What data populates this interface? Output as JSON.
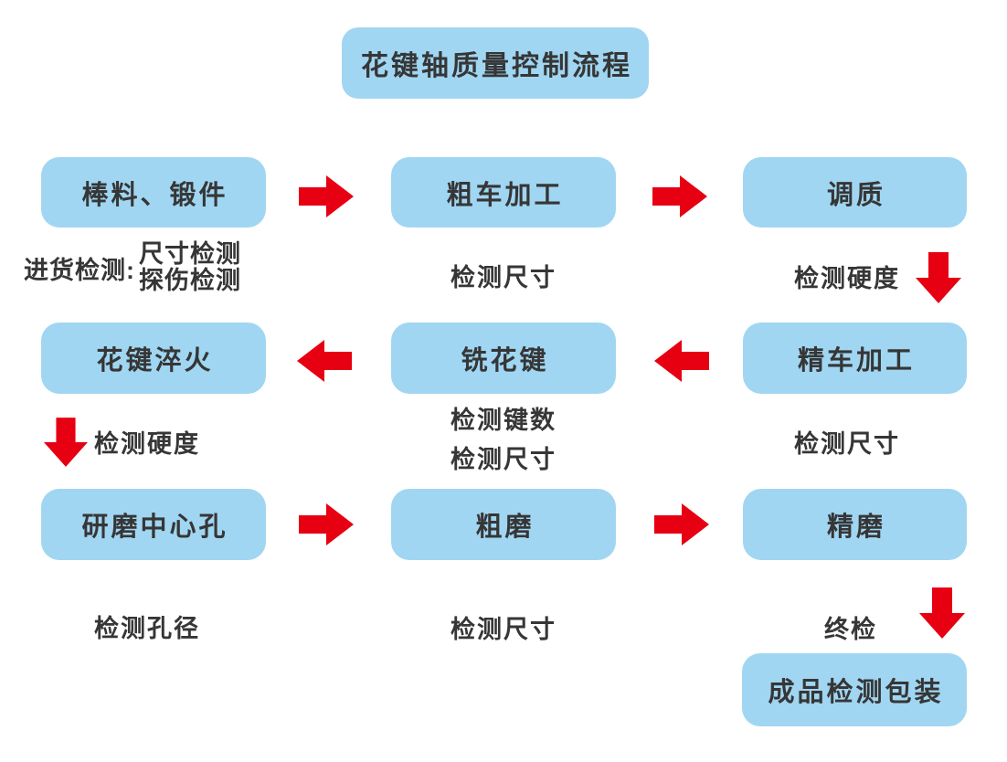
{
  "title": "花键轴质量控制流程",
  "colors": {
    "box_fill": "#a0d6f2",
    "arrow_red": "#e60012",
    "text": "#363636",
    "background": "#ffffff"
  },
  "nodes": {
    "raw_material": "棒料、锻件",
    "rough_turning": "粗车加工",
    "quench_temper": "调质",
    "spline_quench": "花键淬火",
    "spline_milling": "铣花键",
    "finish_turning": "精车加工",
    "grind_center_hole": "研磨中心孔",
    "rough_grinding": "粗磨",
    "fine_grinding": "精磨",
    "final_inspection_packaging": "成品检测包装"
  },
  "annotations": {
    "incoming_inspection_prefix": "进货检测:",
    "incoming_inspection_items": [
      "尺寸检测",
      "探伤检测"
    ],
    "after_rough_turning": "检测尺寸",
    "after_quench_temper": "检测硬度",
    "after_spline_quench": "检测硬度",
    "after_spline_milling": [
      "检测键数",
      "检测尺寸"
    ],
    "after_finish_turning": "检测尺寸",
    "after_grind_center_hole": "检测孔径",
    "after_rough_grinding": "检测尺寸",
    "after_fine_grinding": "终检"
  }
}
